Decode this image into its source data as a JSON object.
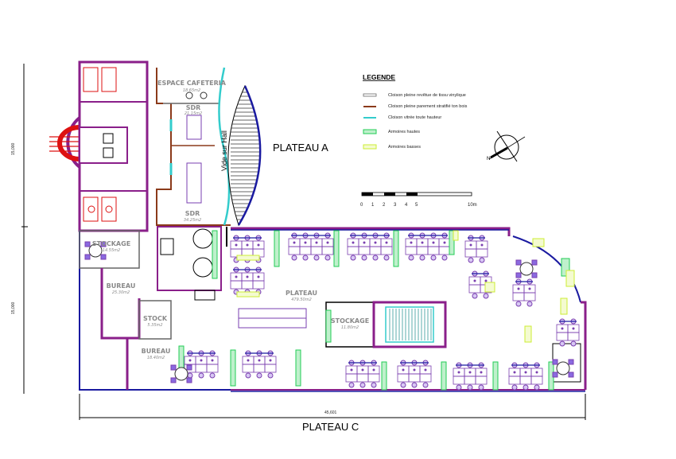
{
  "plan": {
    "plateau_a": "PLATEAU A",
    "plateau_c": "PLATEAU C",
    "vide_sur_hall": "Vide sur Hall",
    "dim_width": "45,601",
    "dim_height_top": "15,000",
    "dim_height_bottom": "15,000"
  },
  "rooms": {
    "cafeteria": {
      "name": "ESPACE CAFETERIA",
      "area": "18.65m2"
    },
    "sdr_top": {
      "name": "SDR",
      "area": "21.15m2"
    },
    "sdr_bottom": {
      "name": "SDR",
      "area": "34.25m2"
    },
    "stockage_left": {
      "name": "STOCKAGE",
      "area": "14.55m2"
    },
    "bureau_top": {
      "name": "BUREAU",
      "area": "25.30m2"
    },
    "stock": {
      "name": "STOCK",
      "area": "5.35m2"
    },
    "bureau_bottom": {
      "name": "BUREAU",
      "area": "18.40m2"
    },
    "plateau": {
      "name": "PLATEAU",
      "area": "479.50m2"
    },
    "stockage_center": {
      "name": "STOCKAGE",
      "area": "11.80m2"
    }
  },
  "legend": {
    "title": "LEGENDE",
    "items": [
      {
        "label": "Cloison pleine revêtue de tissu vinylique",
        "color": "#9a9a9a"
      },
      {
        "label": "Cloison pleine parement stratifié ton bois",
        "color": "#8b3a1a"
      },
      {
        "label": "Cloison vitrée toute hauteur",
        "color": "#33cccc"
      },
      {
        "label": "Armoires hautes",
        "color": "#22cc55"
      },
      {
        "label": "Armoires basses",
        "color": "#ccee33"
      }
    ]
  },
  "scale": {
    "ticks": [
      "0",
      "1",
      "2",
      "3",
      "4",
      "5",
      "10m"
    ]
  },
  "colors": {
    "wall": "#8a1f8a",
    "glass": "#33cccc",
    "wood": "#8b3a1a",
    "facade": "#1a1aa0",
    "furniture": "#7a3fb0",
    "chair": "#8a6ae0",
    "stairs": "#dd1111"
  }
}
